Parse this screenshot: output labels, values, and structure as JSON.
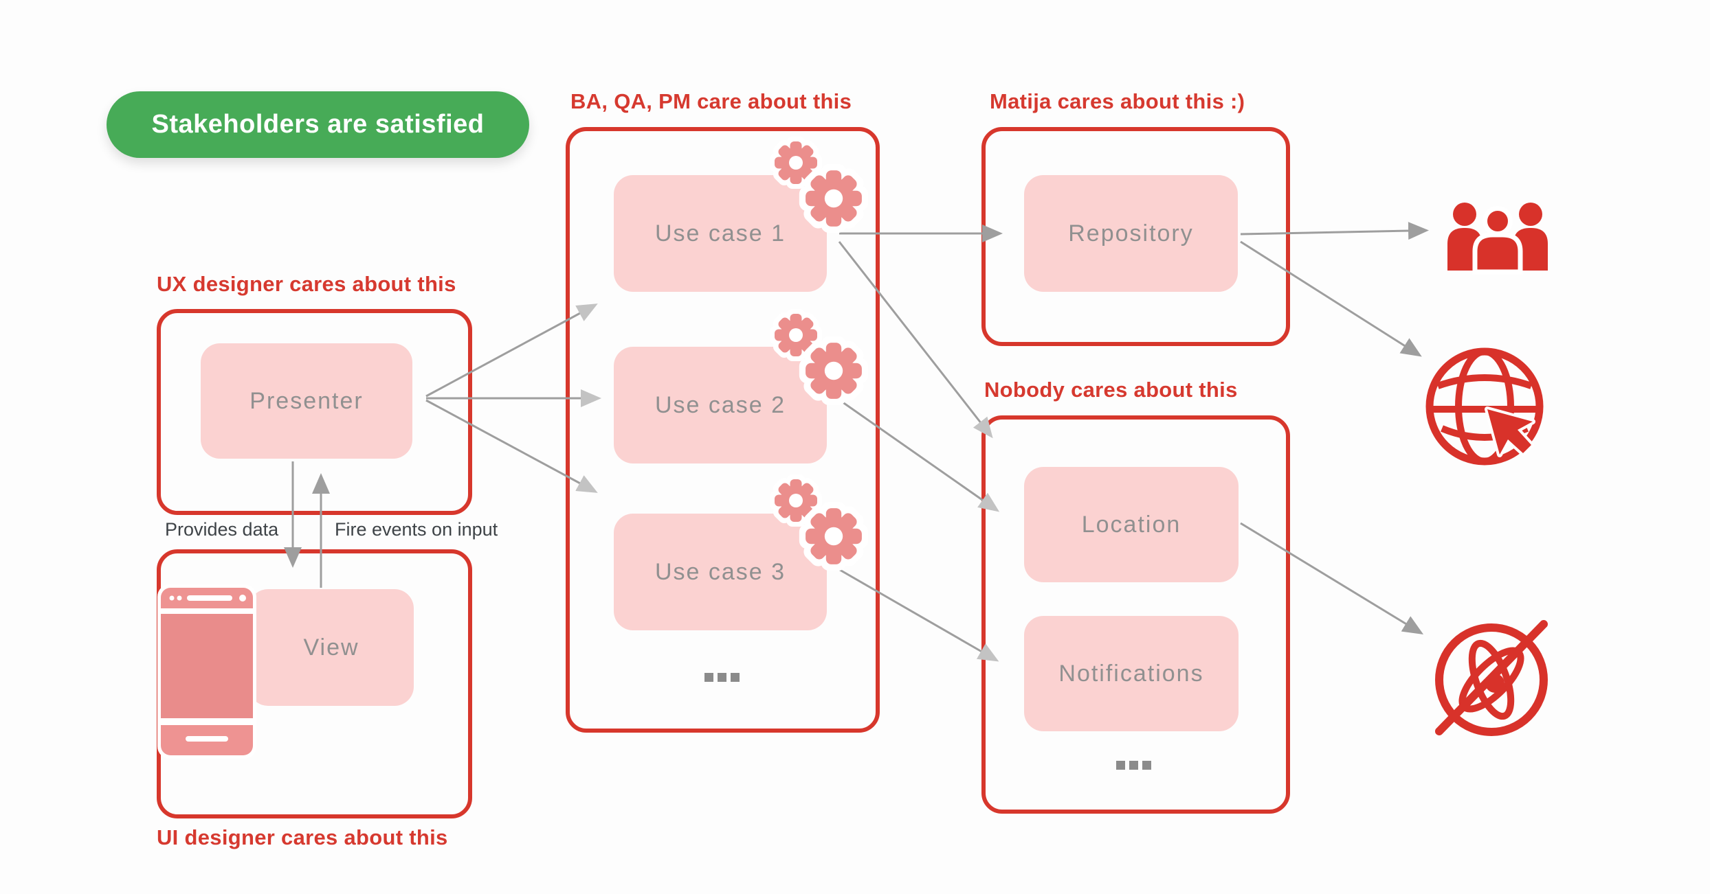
{
  "badge": {
    "label": "Stakeholders are satisfied"
  },
  "labels": {
    "badge": "Stakeholders are satisfied",
    "ba_qa_pm": "BA, QA, PM care about this",
    "matija": "Matija cares about this :)",
    "ux_designer": "UX designer cares about this",
    "ui_designer": "UI designer cares about this",
    "nobody": "Nobody cares about this",
    "provides_data": "Provides data",
    "fire_events": "Fire events on input",
    "more_usecases": "...",
    "more_nobody": "..."
  },
  "nodes": {
    "presenter": "Presenter",
    "view": "View",
    "use_case_1": "Use case 1",
    "use_case_2": "Use case 2",
    "use_case_3": "Use case 3",
    "repository": "Repository",
    "location": "Location",
    "notifications": "Notifications"
  },
  "edges": [
    {
      "from": "Presenter",
      "to": "Use case 1"
    },
    {
      "from": "Presenter",
      "to": "Use case 2"
    },
    {
      "from": "Presenter",
      "to": "Use case 3"
    },
    {
      "from": "Presenter",
      "to": "View",
      "label": "Provides data"
    },
    {
      "from": "View",
      "to": "Presenter",
      "label": "Fire events on input"
    },
    {
      "from": "Use case 1",
      "to": "Repository"
    },
    {
      "from": "Use case 1",
      "to": "Nobody-cares group"
    },
    {
      "from": "Use case 2",
      "to": "Location"
    },
    {
      "from": "Use case 3",
      "to": "Notifications"
    },
    {
      "from": "Repository",
      "to": "users-group-icon"
    },
    {
      "from": "Repository",
      "to": "globe-cursor-icon"
    },
    {
      "from": "Location",
      "to": "atom-crossed-icon"
    }
  ],
  "icons": {
    "gears": "gears-icon",
    "smartphone": "smartphone-icon",
    "users": "users-group-icon",
    "web": "globe-cursor-icon",
    "no_sensors": "atom-crossed-icon",
    "ellipsis": "ellipsis-icon"
  },
  "colors": {
    "accent_red": "#D7372C",
    "label_red": "#D6392F",
    "pink_fill": "#FBD2D1",
    "salmon": "#EB8E8C",
    "green": "#47AB57",
    "node_text_gray": "#909090",
    "arrow_gray": "#9E9E9E"
  }
}
